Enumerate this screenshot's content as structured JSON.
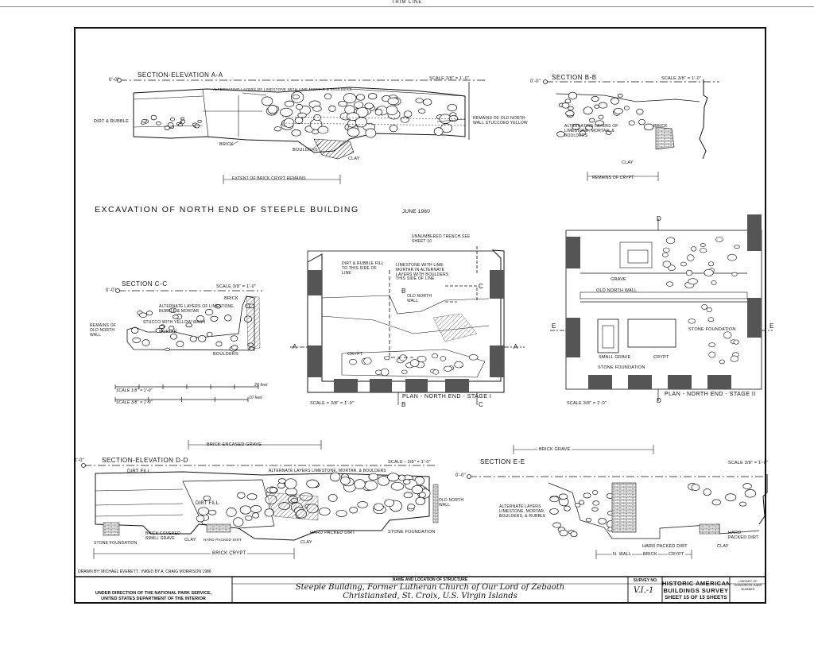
{
  "sheet": {
    "trim_line": "TRIM LINE",
    "main_title": "EXCAVATION OF NORTH END OF STEEPLE BUILDING",
    "main_title_date": "JUNE 1960"
  },
  "views": {
    "aa": {
      "title": "SECTION-ELEVATION A-A",
      "scale": "SCALE 3/8\" = 1'-0\"",
      "datum": "0'-0\"",
      "notes": {
        "alternating": "ALTERNATING LAYERS OF LIMESTONE WITH LIME MORTAR & BOULDERS",
        "dirt_rubble": "DIRT & RUBBLE",
        "remains": "REMAINS OF OLD NORTH WALL STUCCOED YELLOW",
        "brick": "BRICK",
        "boulders": "BOULDERS",
        "clay": "CLAY",
        "extent": "EXTENT OF BRICK CRYPT REMAINS"
      }
    },
    "bb": {
      "title": "SECTION B-B",
      "scale": "SCALE 3/8\" = 1'-0\"",
      "datum": "0'-0\"",
      "notes": {
        "alternating": "ALTERNATING LAYERS OF LIMESTONE, MORTAR, & BOULDERS",
        "brick": "BRICK",
        "clay": "CLAY",
        "remains": "REMAINS OF CRYPT"
      }
    },
    "cc": {
      "title": "SECTION C-C",
      "scale": "SCALE 3/8\" = 1'-0\"",
      "datum": "0'-0\"",
      "notes": {
        "brick": "BRICK",
        "alternate": "ALTERNATE LAYERS OF LIMESTONE, RUBBLE & MORTAR",
        "remains": "REMAINS OF OLD NORTH WALL",
        "stucco": "STUCCO WITH YELLOW WASH",
        "mortar": "MORTAR",
        "boulders": "BOULDERS"
      },
      "scale_bar_1": "SCALE 1/8\" = 1'-0\"",
      "scale_bar_2": "SCALE 3/8\" = 1'-0\"",
      "scale_bar_1_end": "20 feet",
      "scale_bar_2_end": "10 feet"
    },
    "plan1": {
      "title": "PLAN - NORTH END - STAGE I",
      "scale": "SCALE = 3/8\" = 1'-0\"",
      "notes": {
        "unnumbered": "UNNUMBERED TRENCH SEE SHEET 10",
        "dirt_rubble": "DIRT & RUBBLE FILL TO THIS SIDE OF LINE",
        "limestone": "LIMESTONE WITH LIME MORTAR IN ALTERNATE LAYERS WITH BOULDERS THIS SIDE OF LINE",
        "old_north_wall": "OLD NORTH WALL",
        "crypt": "CRYPT"
      },
      "marks": {
        "a": "A",
        "b": "B",
        "c": "C"
      }
    },
    "plan2": {
      "title": "PLAN - NORTH END - STAGE II",
      "scale": "SCALE 3/8\" = 1'-0\"",
      "notes": {
        "grave": "GRAVE",
        "old_north_wall": "OLD NORTH WALL",
        "stone_foundation": "STONE FOUNDATION",
        "small_grave": "SMALL GRAVE",
        "crypt": "CRYPT",
        "stone_foundation_2": "STONE FOUNDATION"
      },
      "marks": {
        "d": "D",
        "e": "E"
      }
    },
    "dd": {
      "title": "SECTION-ELEVATION D-D",
      "scale": "SCALE - 3/8\" = 1'-0\"",
      "datum": "0'-0\"",
      "notes": {
        "brick_encased": "BRICK ENCASED GRAVE",
        "dirt_fill": "DIRT FILL",
        "alternate": "ALTERNATE LAYERS LIMESTONE, MORTAR, & BOULDERS",
        "dirt_fill_2": "DIRT FILL",
        "old_north_wall": "OLD NORTH WALL",
        "stone_foundation": "STONE FOUNDATION",
        "brick_covered": "BRICK COVERED SMALL GRAVE",
        "clay": "CLAY",
        "hard_packed": "HARD PACKED DIRT",
        "hard_packed_2": "HARD PACKED DIRT",
        "clay_2": "CLAY",
        "brick_crypt": "BRICK CRYPT",
        "stone_foundation_2": "STONE FOUNDATION"
      }
    },
    "ee": {
      "title": "SECTION E-E",
      "scale": "SCALE 3/8\" = 1'-0\"",
      "datum": "0'-0\"",
      "notes": {
        "brick_grave": "BRICK GRAVE",
        "alternate": "ALTERNATE LAYERS LIMESTONE, MORTAR, BOULDERS, & RUBBLE",
        "hard_packed": "HARD PACKED DIRT",
        "hard_packed_2": "HARD PACKED DIRT",
        "clay": "CLAY",
        "n_wall": "N. WALL",
        "brick": "BRICK",
        "crypt": "CRYPT"
      }
    }
  },
  "title_block": {
    "drawn_by": "DRAWN BY: MICHAEL EVERETT . INKED BY A. CRAIG MORRISON 1986",
    "direction_1": "UNDER DIRECTION OF THE NATIONAL PARK SERVICE,",
    "direction_2": "UNITED STATES DEPARTMENT OF THE INTERIOR",
    "name_location_header": "NAME AND LOCATION OF STRUCTURE",
    "structure_line_1": "Steeple Building, Former Lutheran Church of Our Lord of Zebaoth",
    "structure_line_2": "Christiansted, St. Croix, U.S. Virgin Islands",
    "survey_no_header": "SURVEY NO.",
    "survey_no": "V.I.-1",
    "habs_1": "HISTORIC AMERICAN",
    "habs_2": "BUILDINGS SURVEY",
    "sheet": "SHEET 15 OF 15 SHEETS",
    "loc": "LIBRARY OF CONGRESS HABS NUMBER"
  }
}
